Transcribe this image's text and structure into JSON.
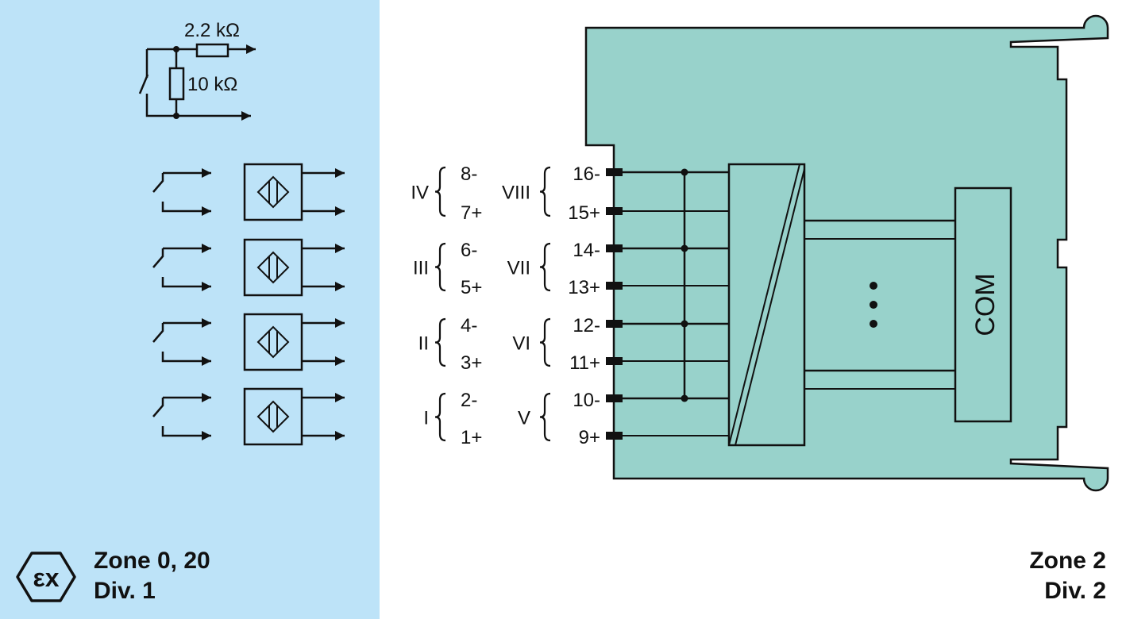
{
  "colors": {
    "hazardous_area_bg": "#BDE3F8",
    "housing_fill": "#98D2CB",
    "line": "#111111"
  },
  "resistor_network": {
    "series_resistor": "2.2 kΩ",
    "parallel_resistor": "10 kΩ"
  },
  "input_devices": [
    {
      "type": "contact",
      "sensor": "inductive-proximity-sensor"
    },
    {
      "type": "contact",
      "sensor": "inductive-proximity-sensor"
    },
    {
      "type": "contact",
      "sensor": "inductive-proximity-sensor"
    },
    {
      "type": "contact",
      "sensor": "inductive-proximity-sensor"
    }
  ],
  "channels_left": [
    {
      "channel": "IV",
      "neg": "8-",
      "pos": "7+"
    },
    {
      "channel": "III",
      "neg": "6-",
      "pos": "5+"
    },
    {
      "channel": "II",
      "neg": "4-",
      "pos": "3+"
    },
    {
      "channel": "I",
      "neg": "2-",
      "pos": "1+"
    }
  ],
  "channels_right": [
    {
      "channel": "VIII",
      "neg": "16-",
      "pos": "15+"
    },
    {
      "channel": "VII",
      "neg": "14-",
      "pos": "13+"
    },
    {
      "channel": "VI",
      "neg": "12-",
      "pos": "11+"
    },
    {
      "channel": "V",
      "neg": "10-",
      "pos": "9+"
    }
  ],
  "com_block": {
    "label": "COM"
  },
  "ellipsis": "⋮",
  "hazardous_zone": {
    "icon": "ex-hexagon-icon",
    "icon_text": "εx",
    "line1": "Zone 0, 20",
    "line2": "Div. 1"
  },
  "safe_zone": {
    "line1": "Zone 2",
    "line2": "Div. 2"
  }
}
